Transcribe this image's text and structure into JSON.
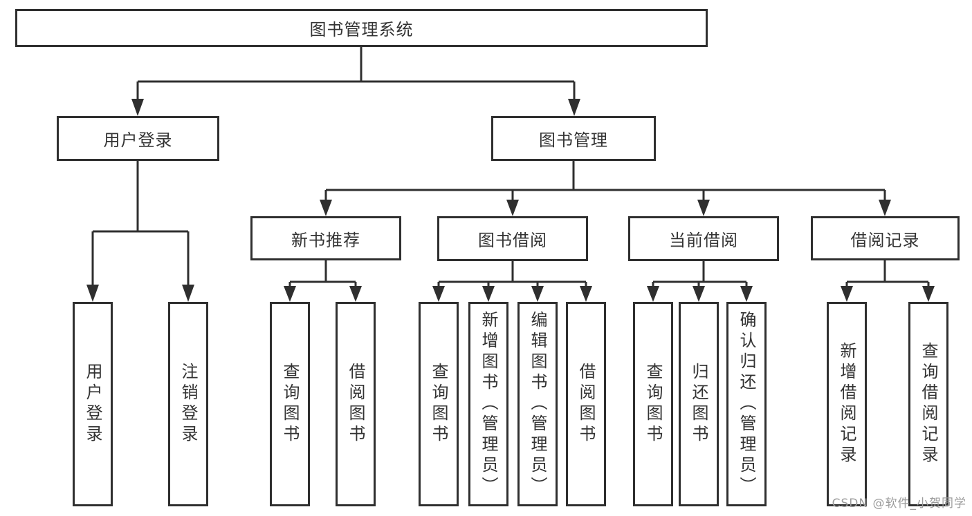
{
  "tree": {
    "label": "图书管理系统",
    "children": [
      {
        "label": "用户登录",
        "children": [
          {
            "label": "用户登录"
          },
          {
            "label": "注销登录"
          }
        ]
      },
      {
        "label": "图书管理",
        "children": [
          {
            "label": "新书推荐",
            "children": [
              {
                "label": "查询图书"
              },
              {
                "label": "借阅图书"
              }
            ]
          },
          {
            "label": "图书借阅",
            "children": [
              {
                "label": "查询图书"
              },
              {
                "label": "新增图书（管理员）"
              },
              {
                "label": "编辑图书（管理员）"
              },
              {
                "label": "借阅图书"
              }
            ]
          },
          {
            "label": "当前借阅",
            "children": [
              {
                "label": "查询图书"
              },
              {
                "label": "归还图书"
              },
              {
                "label": "确认归还（管理员）"
              }
            ]
          },
          {
            "label": "借阅记录",
            "children": [
              {
                "label": "新增借阅记录"
              },
              {
                "label": "查询借阅记录"
              }
            ]
          }
        ]
      }
    ]
  },
  "watermark": {
    "text": "CSDN @软件_小贺同学"
  },
  "colors": {
    "line": "#2f2f2f",
    "text": "#333333",
    "watermark": "#9b9b9b",
    "background": "#ffffff"
  }
}
